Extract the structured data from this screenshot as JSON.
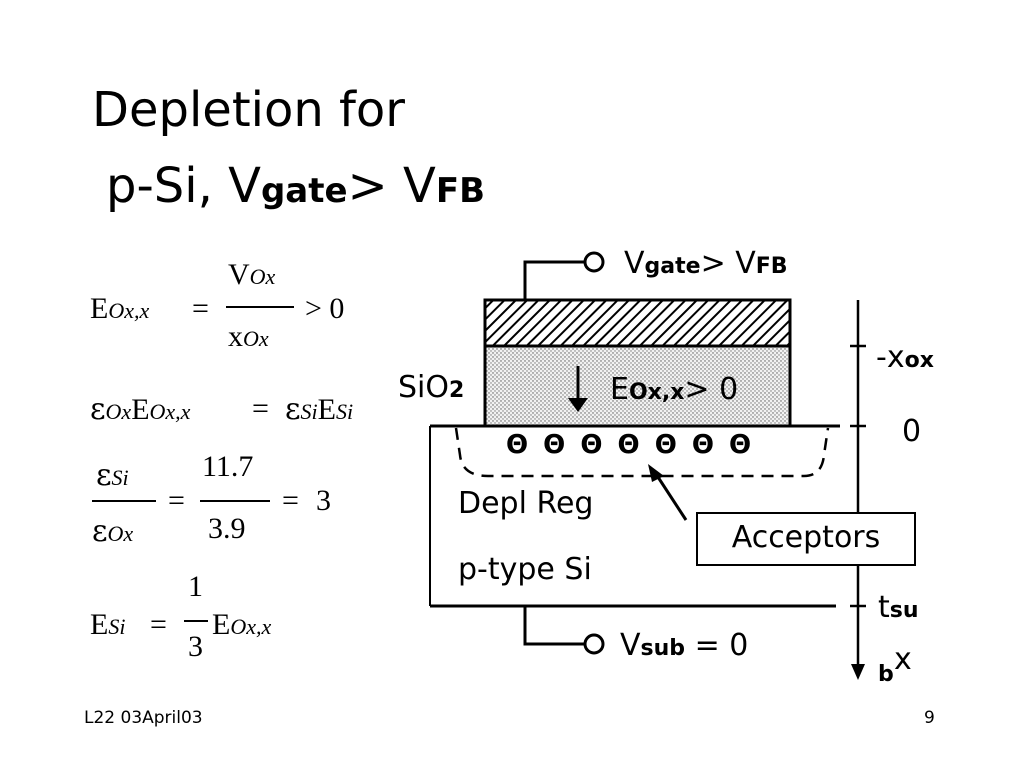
{
  "title": {
    "line1": "Depletion for",
    "line2_prefix": "p-Si, V",
    "line2_sub1": "gate",
    "line2_mid": "> V",
    "line2_sub2": "FB"
  },
  "equations": {
    "eq1": {
      "lhs": "E",
      "lhs_sub": "Ox,x",
      "eqsign": "=",
      "num": "V",
      "num_sub": "Ox",
      "den": "x",
      "den_sub": "Ox",
      "rhs": "> 0"
    },
    "eq2": {
      "eps": "ε",
      "eps_sub": "Ox",
      "e": "E",
      "e_sub": "Ox,x",
      "eqsign": "=",
      "eps2": "ε",
      "eps2_sub": "Si",
      "e2": "E",
      "e2_sub": "Si"
    },
    "eq3": {
      "num_eps": "ε",
      "num_sub": "Si",
      "den_eps": "ε",
      "den_sub": "Ox",
      "eqsign": "=",
      "num2": "11.7",
      "den2": "3.9",
      "eqsign2": "=",
      "rhs": "3"
    },
    "eq4": {
      "lhs": "E",
      "lhs_sub": "Si",
      "eqsign": "=",
      "num": "1",
      "den": "3",
      "e": "E",
      "e_sub": "Ox,x"
    }
  },
  "diagram": {
    "vgate_prefix": "V",
    "vgate_sub": "gate",
    "vgate_mid": "> V",
    "vgate_sub2": "FB",
    "sio2": "SiO",
    "sio2_sub": "2",
    "field_prefix": "E",
    "field_sub": "Ox,x",
    "field_suffix": "> 0",
    "acceptor_glyphs": [
      "Θ",
      "Θ",
      "Θ",
      "Θ",
      "Θ",
      "Θ",
      "Θ"
    ],
    "depl_reg": "Depl Reg",
    "ptype": "p-type Si",
    "acceptors": "Acceptors",
    "vsub_prefix": "V",
    "vsub_sub": "sub",
    "vsub_suffix": " = 0",
    "axis_neg_x": "-x",
    "axis_neg_x_sub": "ox",
    "axis_zero": "0",
    "axis_t": "t",
    "axis_t_sub": "su",
    "axis_b": "b",
    "axis_x": "x"
  },
  "footer": {
    "left": "L22 03April03",
    "page": "9"
  },
  "colors": {
    "ink": "#000000",
    "background": "#ffffff"
  }
}
